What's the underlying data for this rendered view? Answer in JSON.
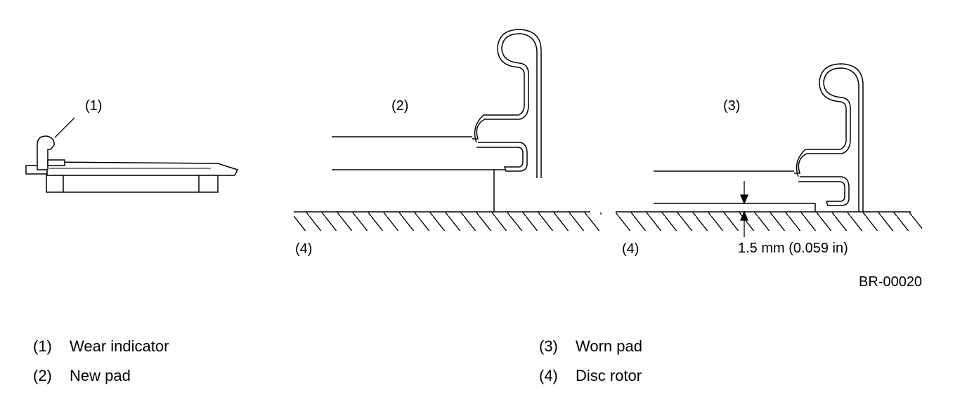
{
  "figure": {
    "callouts": {
      "c1": "(1)",
      "c2": "(2)",
      "c3": "(3)",
      "c4a": "(4)",
      "c4b": "(4)"
    },
    "dimension_label": "1.5 mm (0.059 in)",
    "figure_code": "BR-00020"
  },
  "legend": [
    {
      "num": "(1)",
      "text": "Wear indicator"
    },
    {
      "num": "(2)",
      "text": "New pad"
    },
    {
      "num": "(3)",
      "text": "Worn pad"
    },
    {
      "num": "(4)",
      "text": "Disc rotor"
    }
  ]
}
